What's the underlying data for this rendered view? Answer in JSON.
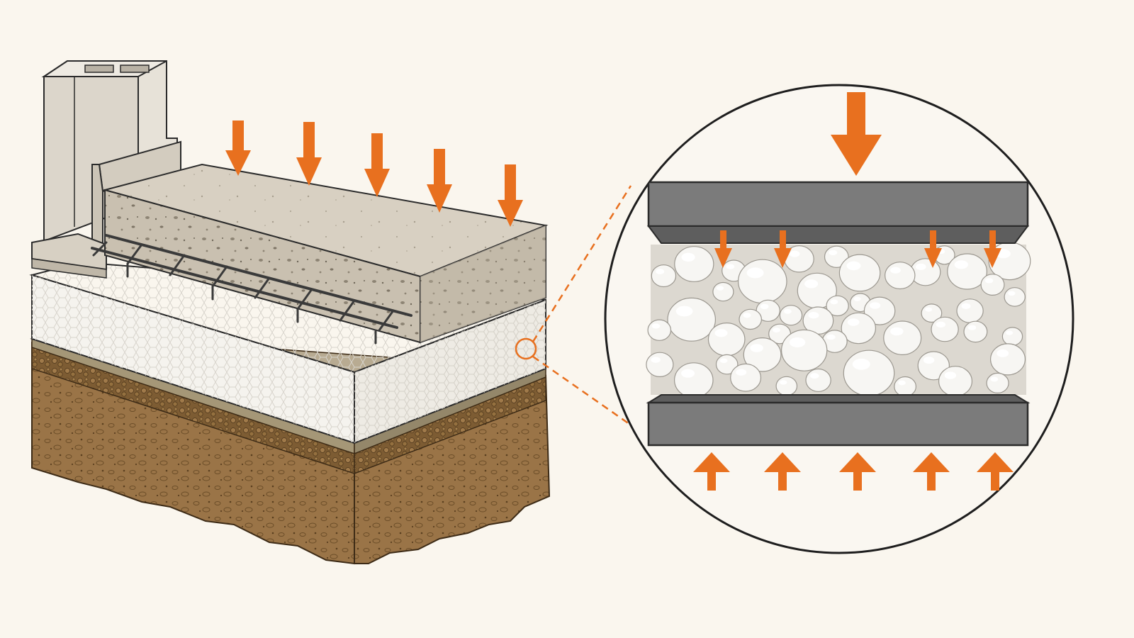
{
  "diagram": {
    "colors": {
      "background": "#faf6ee",
      "load_arrow": "#e8701f",
      "outline": "#2b2b2b",
      "concrete": "#cfc6b6",
      "eps_foam": "#f6f4ef",
      "soil": "#8f6a3d",
      "gravel": "#6e5230",
      "plate": "#7b7b7b",
      "wall": "#d9d4ca"
    },
    "slab_load_arrows": 5,
    "detail_top_arrows": 5,
    "detail_bottom_arrows": 5,
    "icons": [
      "load-arrow-icon",
      "magnifier-callout-icon"
    ]
  }
}
